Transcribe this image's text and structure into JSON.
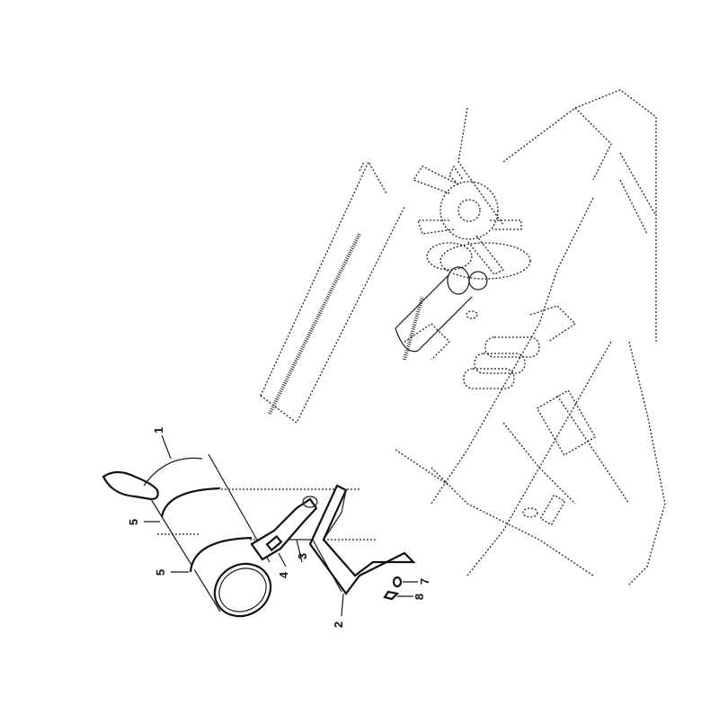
{
  "diagram": {
    "type": "exploded-parts-diagram",
    "subject": "Exhaust muffler assembly mounted on engine frame",
    "orientation": "rotated 90 degrees counter-clockwise",
    "line_color": "#1a1a1a",
    "background_color": "#ffffff",
    "callouts": [
      {
        "number": "1",
        "part": "muffler"
      },
      {
        "number": "2",
        "part": "mounting-bracket"
      },
      {
        "number": "3",
        "part": "exhaust-pipe"
      },
      {
        "number": "4",
        "part": "clamp"
      },
      {
        "number": "5",
        "part": "strap-upper"
      },
      {
        "number": "5",
        "part": "strap-lower"
      },
      {
        "number": "7",
        "part": "washer"
      },
      {
        "number": "8",
        "part": "bolt"
      }
    ],
    "labels": {
      "c1": "1",
      "c2": "2",
      "c3": "3",
      "c4": "4",
      "c5a": "5",
      "c5b": "5",
      "c7": "7",
      "c8": "8"
    }
  }
}
